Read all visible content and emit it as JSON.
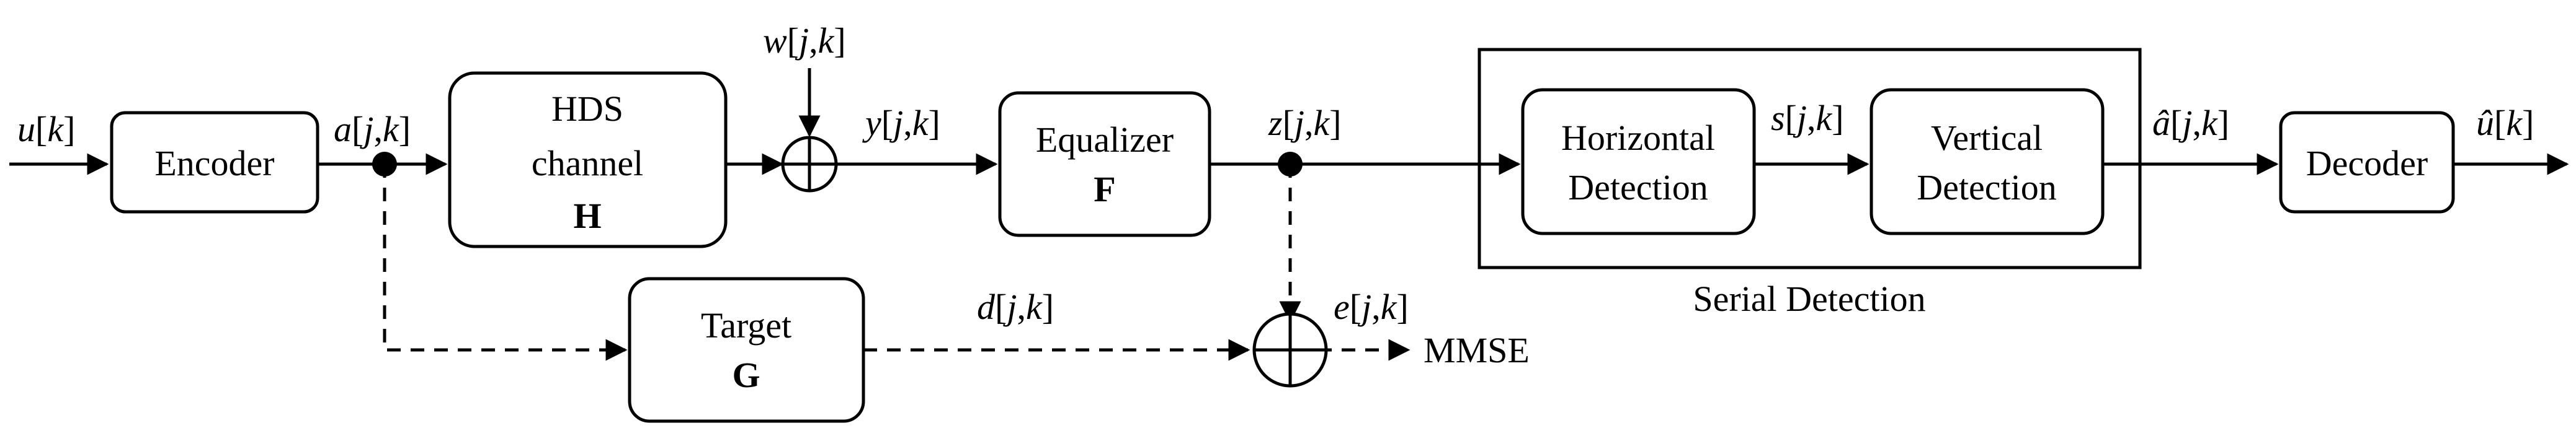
{
  "blocks": {
    "encoder": "Encoder",
    "hds_line1": "HDS",
    "hds_line2": "channel",
    "hds_sym": "H",
    "equalizer": "Equalizer",
    "equalizer_sym": "F",
    "target": "Target",
    "target_sym": "G",
    "horiz_line1": "Horizontal",
    "horiz_line2": "Detection",
    "vert_line1": "Vertical",
    "vert_line2": "Detection",
    "decoder": "Decoder",
    "serial_label": "Serial Detection"
  },
  "signals": {
    "u_var": "u",
    "u_idx": "[",
    "u_k": "k",
    "u_close": "]",
    "a_var": "a",
    "a_open": "[",
    "a_j": "j",
    "a_sep": ",",
    "a_k": "k",
    "a_close": "]",
    "w_var": "w",
    "w_open": "[",
    "w_j": "j",
    "w_sep": ",",
    "w_k": "k",
    "w_close": "]",
    "y_var": "y",
    "y_open": "[",
    "y_j": "j",
    "y_sep": ",",
    "y_k": "k",
    "y_close": "]",
    "z_var": "z",
    "z_open": "[",
    "z_j": "j",
    "z_sep": ",",
    "z_k": "k",
    "z_close": "]",
    "s_var": "s",
    "s_open": "[",
    "s_j": "j",
    "s_sep": ",",
    "s_k": "k",
    "s_close": "]",
    "ahat_var": "â",
    "ahat_open": "[",
    "ahat_j": "j",
    "ahat_sep": ",",
    "ahat_k": "k",
    "ahat_close": "]",
    "uhat_var": "û",
    "uhat_open": "[",
    "uhat_k": "k",
    "uhat_close": "]",
    "d_var": "d",
    "d_open": "[",
    "d_j": "j",
    "d_sep": ",",
    "d_k": "k",
    "d_close": "]",
    "e_var": "e",
    "e_open": "[",
    "e_j": "j",
    "e_sep": ",",
    "e_k": "k",
    "e_close": "]",
    "mmse": "MMSE"
  }
}
